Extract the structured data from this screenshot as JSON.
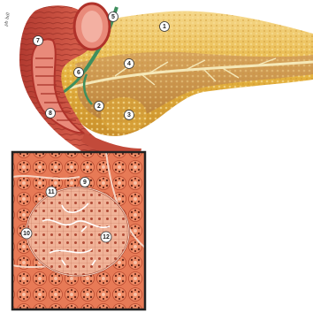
{
  "artist_signature": "pb bdl",
  "labels": {
    "l1": "1",
    "l2": "2",
    "l3": "3",
    "l4": "4",
    "l5": "5",
    "l6": "6",
    "l7": "7",
    "l8": "8",
    "l9": "9",
    "l10": "10",
    "l11": "11",
    "l12": "12"
  },
  "colors": {
    "pancreas_body": "#e8b844",
    "pancreas_highlight": "#f3d68a",
    "duodenum_wall": "#c8453a",
    "duodenum_lumen": "#e98a7a",
    "duct": "#f4e6b0",
    "vessel": "#3f8f5e",
    "acinar_tissue": "#e06a4a",
    "islet": "#efb49a",
    "histology_frame": "#222222"
  }
}
